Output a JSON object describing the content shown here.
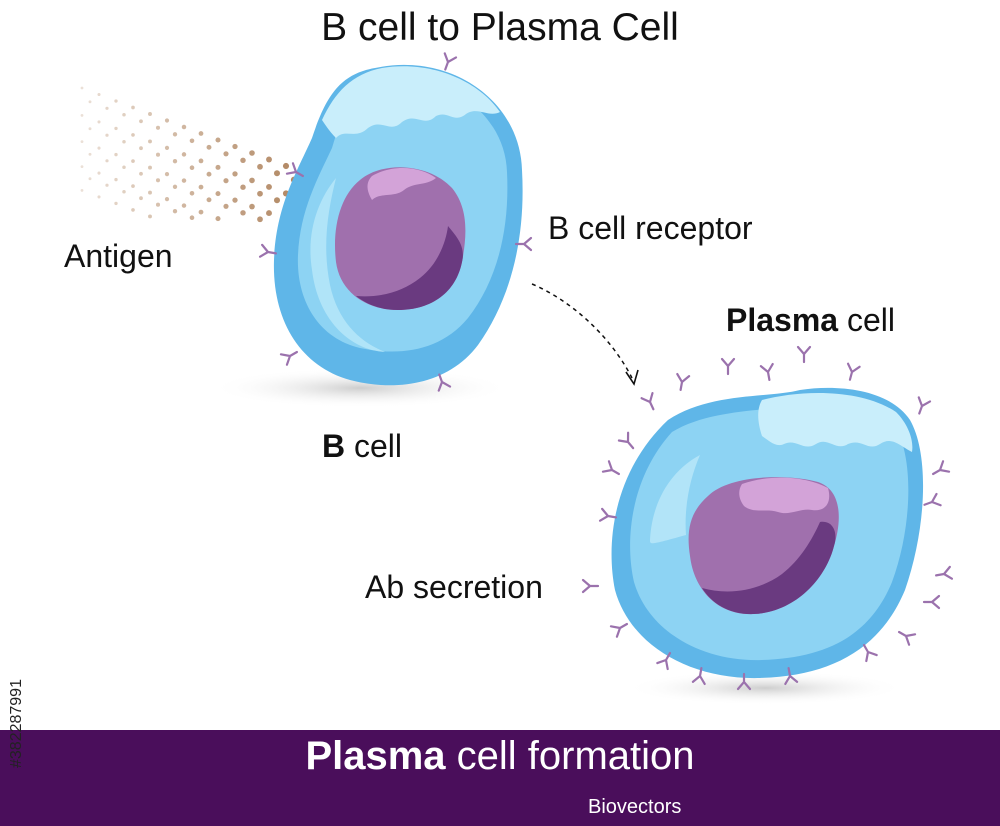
{
  "title": "B cell to Plasma Cell",
  "labels": {
    "antigen": "Antigen",
    "b_cell_receptor": "B cell receptor",
    "plasma_bold": "Plasma",
    "plasma_rest": " cell",
    "b_cell_bold": "B",
    "b_cell_rest": " cell",
    "ab_secretion": "Ab secretion"
  },
  "footer": {
    "title_bold": "Plasma",
    "title_rest": " cell formation",
    "credit": "Biovectors"
  },
  "stock_id": "#382287991",
  "colors": {
    "cell_outer": "#5fb6e8",
    "cell_inner": "#8dd3f3",
    "cell_highlight": "#c9eefb",
    "nucleus": "#a070ad",
    "nucleus_dark": "#6a3a80",
    "nucleus_light": "#d3a3d8",
    "antigen_dots": "#b08560",
    "receptor": "#9b72ad",
    "footer_bg": "#4a0e5b"
  }
}
